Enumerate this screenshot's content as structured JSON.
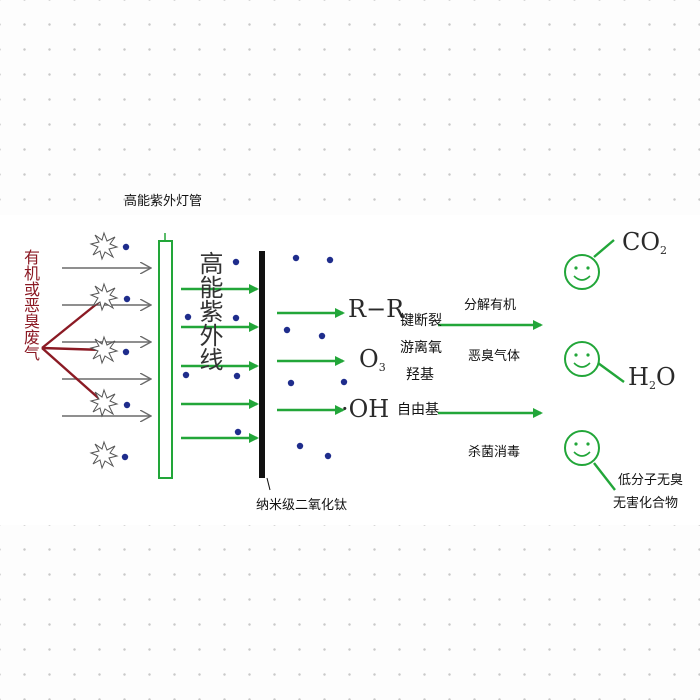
{
  "lamp_title": "高能紫外灯管",
  "gas_label": "有机或恶臭废气",
  "uv_label": "高能紫外线",
  "tio2_label": "纳米级二氧化钛",
  "radicals": {
    "rr": "R−R",
    "o3": "O",
    "o3_sub": "3",
    "oh": "·OH"
  },
  "reaction_text": [
    "键断裂",
    "游离氧",
    "羟基",
    "自由基"
  ],
  "arrow_upper": [
    "分解有机",
    "恶臭气体"
  ],
  "arrow_lower": "杀菌消毒",
  "products": {
    "co2": "CO",
    "co2_sub": "2",
    "h2o_h": "H",
    "h2o_sub": "2",
    "h2o_o": "O",
    "low_molecule": [
      "低分子无臭",
      "无害化合物"
    ]
  },
  "colors": {
    "green": "#22a639",
    "maroon": "#8b1a24",
    "navy": "#1f2d8c",
    "black": "#111111",
    "gray_arrow": "#6a6a6a"
  }
}
